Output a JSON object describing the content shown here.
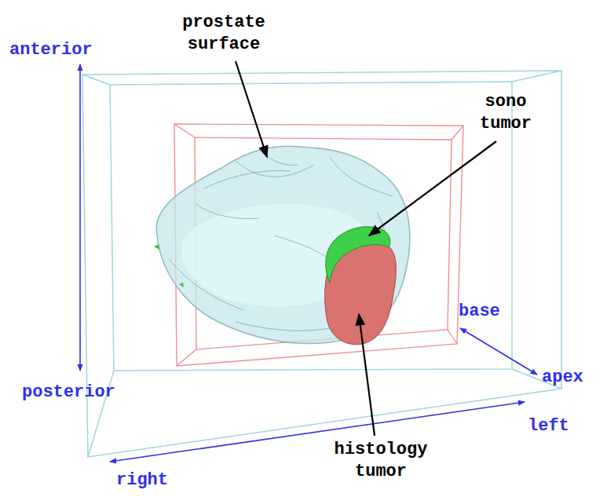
{
  "diagram": {
    "labels": [
      "prostate surface",
      "anterior",
      "sono tumor",
      "base",
      "apex",
      "posterior",
      "left",
      "histology tumor",
      "right"
    ]
  }
}
